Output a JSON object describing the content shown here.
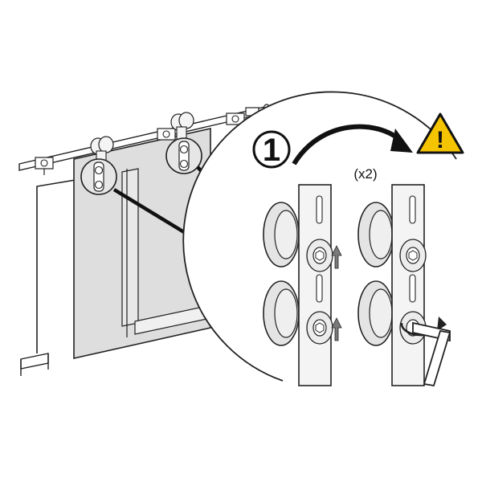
{
  "diagram": {
    "step_number": "1",
    "multiplier_label": "(x2)",
    "warning_symbol": "!",
    "colors": {
      "line": "#222222",
      "door_glass": "#dedede",
      "door_frame_light": "#ececec",
      "wall": "#ffffff",
      "warning_fill": "#f5c400",
      "bracket": "#f4f4f4",
      "wheel": "#e4e4e4"
    },
    "icons": {
      "step_badge": "circled-number",
      "rotation_arrow": "curved-arrow-icon",
      "warning": "warning-triangle-icon",
      "adjust_arrow": "up-arrow-icon",
      "tool": "hex-key-icon"
    }
  }
}
